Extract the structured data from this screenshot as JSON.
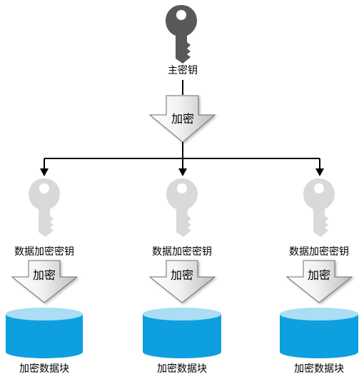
{
  "diagram": {
    "master_key": {
      "label": "主密钥",
      "icon": "key-icon",
      "color": "#595959"
    },
    "master_encrypt_arrow": {
      "label": "加密"
    },
    "connector_color": "#000000",
    "branches": [
      {
        "data_key": {
          "label": "数据加密密钥",
          "icon": "key-icon",
          "color": "#d9d9d9"
        },
        "encrypt_arrow": {
          "label": "加密"
        },
        "data_block": {
          "label": "加密数据块",
          "icon": "database-cylinder-icon",
          "color": "#0e9fe0"
        }
      },
      {
        "data_key": {
          "label": "数据加密密钥",
          "icon": "key-icon",
          "color": "#d9d9d9"
        },
        "encrypt_arrow": {
          "label": "加密"
        },
        "data_block": {
          "label": "加密数据块",
          "icon": "database-cylinder-icon",
          "color": "#0e9fe0"
        }
      },
      {
        "data_key": {
          "label": "数据加密密钥",
          "icon": "key-icon",
          "color": "#d9d9d9"
        },
        "encrypt_arrow": {
          "label": "加密"
        },
        "data_block": {
          "label": "加密数据块",
          "icon": "database-cylinder-icon",
          "color": "#0e9fe0"
        }
      }
    ]
  }
}
